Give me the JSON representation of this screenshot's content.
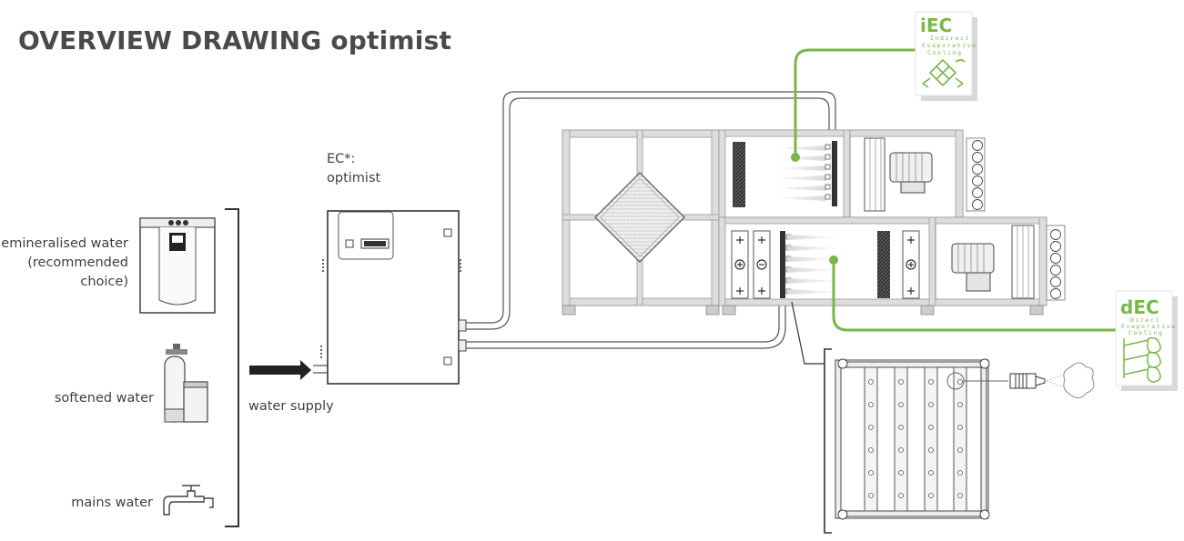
{
  "title": "OVERVIEW DRAWING  optimist",
  "water_sources": {
    "demineralised": [
      "demineralised water",
      "(recommended",
      "choice)"
    ],
    "softened": "softened water",
    "mains": "mains water"
  },
  "water_supply_label": "water supply",
  "ec_label": {
    "line1": "EC*:",
    "line2": "optimist"
  },
  "iec_badge": {
    "logo": "iEC",
    "words": [
      "Indirect",
      "Evaporative",
      "Cooling"
    ]
  },
  "dec_badge": {
    "logo": "dEC",
    "words": [
      "Direct",
      "Evaporative",
      "Cooling"
    ]
  },
  "colors": {
    "accent_green": "#7ab648",
    "line_dark": "#3c3c3c",
    "unit_grey": "#d8d8d8"
  }
}
